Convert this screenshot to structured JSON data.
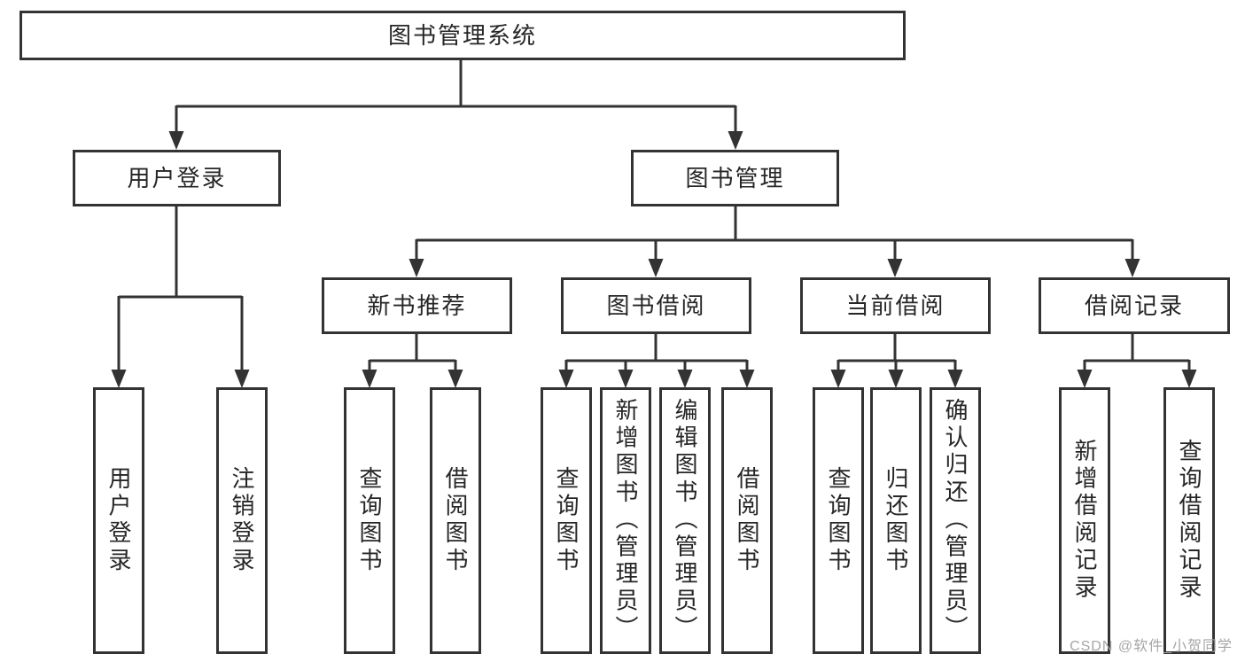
{
  "diagram": {
    "tree": {
      "label": "图书管理系统",
      "children": [
        {
          "label": "用户登录",
          "children": [
            {
              "label": "用户登录"
            },
            {
              "label": "注销登录"
            }
          ]
        },
        {
          "label": "图书管理",
          "children": [
            {
              "label": "新书推荐",
              "children": [
                {
                  "label": "查询图书"
                },
                {
                  "label": "借阅图书"
                }
              ]
            },
            {
              "label": "图书借阅",
              "children": [
                {
                  "label": "查询图书"
                },
                {
                  "label": "新增图书（管理员）"
                },
                {
                  "label": "编辑图书（管理员）"
                },
                {
                  "label": "借阅图书"
                }
              ]
            },
            {
              "label": "当前借阅",
              "children": [
                {
                  "label": "查询图书"
                },
                {
                  "label": "归还图书"
                },
                {
                  "label": "确认归还（管理员）"
                }
              ]
            },
            {
              "label": "借阅记录",
              "children": [
                {
                  "label": "新增借阅记录"
                },
                {
                  "label": "查询借阅记录"
                }
              ]
            }
          ]
        }
      ]
    },
    "colors": {
      "line": "#333333",
      "text": "#262626",
      "background": "#ffffff",
      "watermark": "#a6a6a6"
    }
  },
  "watermark": {
    "text": "CSDN @软件_小贺同学"
  }
}
